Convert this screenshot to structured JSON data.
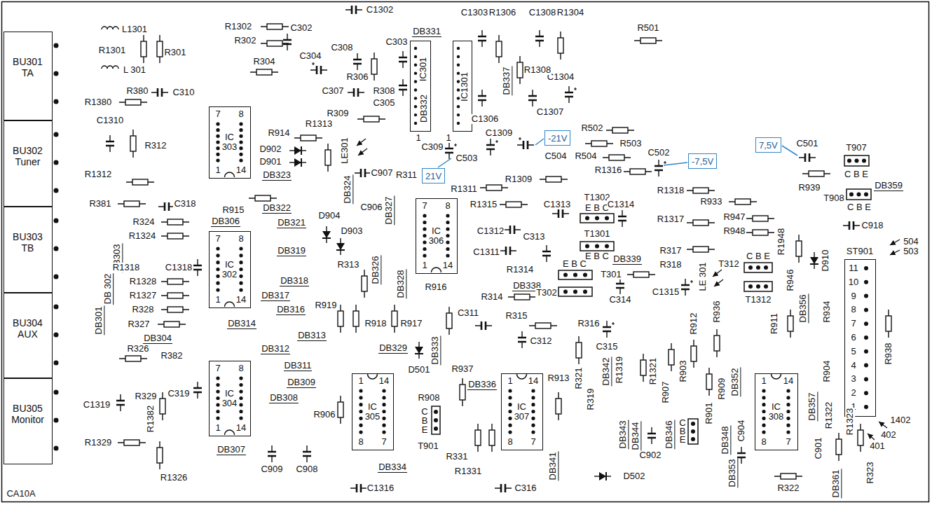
{
  "diagram": {
    "nodes": [
      {
        "text": [
          "BU301 TA"
        ]
      },
      {
        "text": [
          "BU302 Tuner"
        ]
      },
      {
        "text": [
          "BU303 TB"
        ]
      },
      {
        "text": [
          "BU304 AUX"
        ]
      },
      {
        "text": [
          "BU305 Monitor"
        ]
      },
      {
        "text": [
          "7",
          "8",
          "IC 303",
          "1",
          "14"
        ]
      },
      {
        "text": [
          "7",
          "8",
          "IC 302",
          "1",
          "14"
        ]
      },
      {
        "text": [
          "7",
          "8",
          "IC 304",
          "1",
          "14"
        ]
      },
      {
        "text": [
          "IC301"
        ]
      },
      {
        "text": [
          "IC1301"
        ]
      },
      {
        "text": [
          "7",
          "8",
          "IC 306",
          "1",
          "14"
        ]
      },
      {
        "text": [
          "1",
          "14",
          "IC 305",
          "8",
          "7"
        ]
      },
      {
        "text": [
          "1",
          "14",
          "IC 307",
          "8",
          "7"
        ]
      },
      {
        "text": [
          "1",
          "14",
          "IC 308",
          "8",
          "7"
        ]
      },
      {
        "text": [
          "ST901",
          "11",
          "10",
          "9",
          "8",
          "7",
          "6",
          "5",
          "4",
          "3",
          "2",
          "1"
        ]
      },
      {
        "text": [
          "-21V"
        ]
      },
      {
        "text": [
          "21V"
        ]
      },
      {
        "text": [
          "-7,5V"
        ]
      },
      {
        "text": [
          "7,5V"
        ]
      }
    ],
    "labels": [
      "L1301",
      "R1301",
      "L 301",
      "R301",
      "R380",
      "C310",
      "R1380",
      "C1310",
      "R312",
      "R1312",
      "R381",
      "C318",
      "R915",
      "R324",
      "R1324",
      "DB303",
      "DB 302",
      "DB301",
      "R1318",
      "C1318",
      "R1328",
      "R1327",
      "R328",
      "R327",
      "DB304",
      "R326",
      "R382",
      "R329",
      "C319",
      "C1319",
      "R1382",
      "R1329",
      "R1326",
      "DB307",
      "DB306",
      "R1302",
      "R302",
      "R304",
      "C302",
      "C304",
      "C1302",
      "C308",
      "C303",
      "R306",
      "R308",
      "C305",
      "C307",
      "R309",
      "R1313",
      "R914",
      "D902",
      "D901",
      "LE301",
      "DB323",
      "DB324",
      "C907",
      "DB322",
      "C906",
      "DB321",
      "D904",
      "D903",
      "DB327",
      "R311",
      "DB319",
      "R313",
      "DB326",
      "DB328",
      "DB318",
      "DB317",
      "DB316",
      "DB314",
      "DB313",
      "DB312",
      "DB311",
      "DB309",
      "DB308",
      "R919",
      "R918",
      "R917",
      "R916",
      "DB329",
      "D501",
      "DB333",
      "R906",
      "C909",
      "C908",
      "C1316",
      "DB334",
      "R908",
      "C",
      "B",
      "E",
      "T901",
      "R937",
      "DB336",
      "R331",
      "R1331",
      "C316",
      "DB341",
      "R913",
      "R1311",
      "R1315",
      "R1309",
      "C1312",
      "C1311",
      "R1314",
      "C313",
      "DB338",
      "R314",
      "R315",
      "C311",
      "C312",
      "R316",
      "C1313",
      "T1302",
      "E B C",
      "T1301",
      "E B C",
      "E B C",
      "T301",
      "T302",
      "C1314",
      "DB339",
      "C314",
      "C315",
      "C1315",
      "R1316",
      "R502",
      "R503",
      "R504",
      "C504",
      "C1309",
      "C1307",
      "C1306",
      "C1304",
      "R1304",
      "C1308",
      "R1308",
      "R1306",
      "C1303",
      "DB331",
      "DB332",
      "DB337",
      "1",
      "1",
      "C309",
      "C503",
      "R501",
      "C502",
      "R1318",
      "R1317",
      "R317",
      "R318",
      "R933",
      "R947",
      "R948",
      "LE 301",
      "R936",
      "R912",
      "R911",
      "DB356",
      "R909",
      "DB352",
      "R903",
      "R907",
      "R901",
      "C",
      "B",
      "E",
      "DB346",
      "C902",
      "DB344",
      "DB343",
      "D502",
      "R321",
      "R319",
      "DB342",
      "R1319",
      "R1321",
      "C904",
      "DB348",
      "DB353",
      "R322",
      "DB357",
      "R1322",
      "C901",
      "R1323",
      "R323",
      "DB361",
      "R904",
      "R934",
      "R938",
      "R939",
      "T907",
      "C B E",
      "T908",
      "C B E",
      "DB359",
      "C918",
      "C501",
      "504",
      "503",
      "T312",
      "C B E",
      "T1312",
      "R1948",
      "R946",
      "D910",
      "1402",
      "402",
      "401",
      "CA10A"
    ]
  }
}
